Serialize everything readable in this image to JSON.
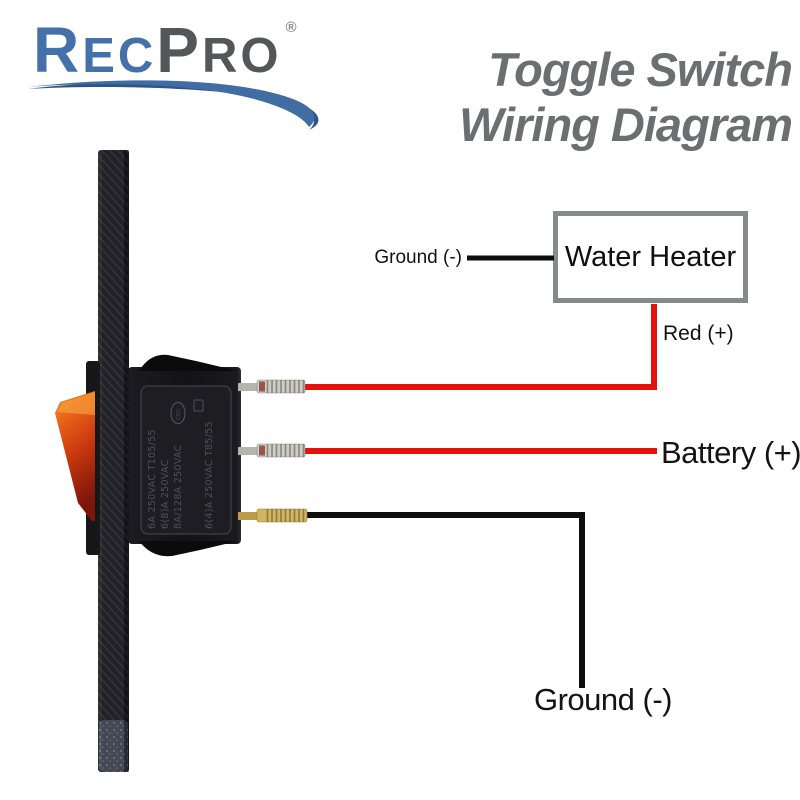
{
  "header": {
    "logo": {
      "brand_first_blue": "R",
      "brand_rest_blue": "EC",
      "brand_first_gray": "P",
      "brand_rest_gray": "RO",
      "registered": "®"
    },
    "title": {
      "line1": "Toggle Switch",
      "line2": "Wiring Diagram"
    }
  },
  "diagram": {
    "water_heater": {
      "label": "Water Heater"
    },
    "labels": {
      "ground_top": "Ground (-)",
      "red_positive": "Red (+)",
      "battery_positive": "Battery (+)",
      "ground_bottom": "Ground (-)"
    }
  },
  "switch": {
    "markings": [
      "6A 250VAC T105/55",
      "6(8)A 250VAC",
      "8A/128A 250VAC",
      "6(4)A 250VAC T85/55"
    ],
    "cqc_mark": "CQC"
  },
  "colors": {
    "wire_red": "#e8120c",
    "wire_black": "#0e0e0e",
    "box_border": "#87898b",
    "title_gray": "#6d6e71",
    "logo_blue": "#4571ab",
    "logo_gray": "#55565a",
    "swoosh_blue": "#416da4",
    "swoosh_dark": "#2e5588",
    "rocker_amber": "#e8641a",
    "switch_black": "#161619"
  }
}
